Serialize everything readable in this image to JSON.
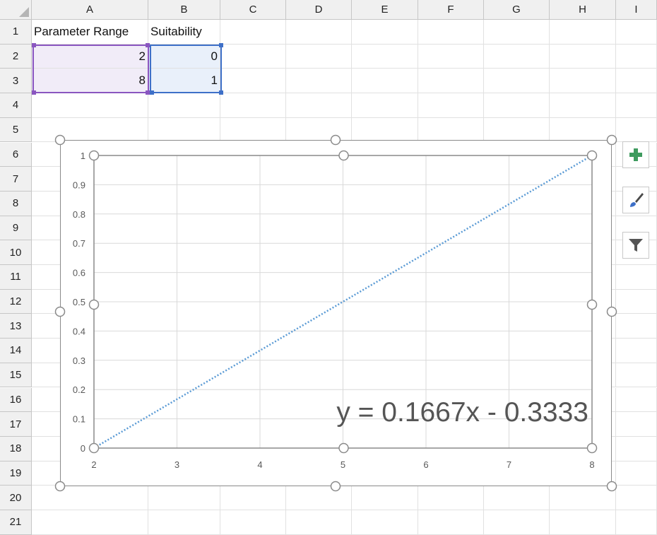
{
  "columns": [
    "A",
    "B",
    "C",
    "D",
    "E",
    "F",
    "G",
    "H",
    "I"
  ],
  "rows": [
    "1",
    "2",
    "3",
    "4",
    "5",
    "6",
    "7",
    "8",
    "9",
    "10",
    "11",
    "12",
    "13",
    "14",
    "15",
    "16",
    "17",
    "18",
    "19",
    "20",
    "21"
  ],
  "cells": {
    "A1": "Parameter Range",
    "B1": "Suitability",
    "A2": "2",
    "B2": "0",
    "A3": "8",
    "B3": "1"
  },
  "colors": {
    "range_purple": "#8a56c0",
    "range_blue": "#3e70c8",
    "trendline": "#5b9bd5",
    "add_icon": "#3e9b5e"
  },
  "chart_buttons": {
    "add": "plus-icon",
    "style": "paintbrush-icon",
    "filter": "funnel-icon"
  },
  "chart_data": {
    "type": "scatter",
    "x_ticks": [
      "2",
      "3",
      "4",
      "5",
      "6",
      "7",
      "8"
    ],
    "y_ticks": [
      "0",
      "0.1",
      "0.2",
      "0.3",
      "0.4",
      "0.5",
      "0.6",
      "0.7",
      "0.8",
      "0.9",
      "1"
    ],
    "xlim": [
      2,
      8
    ],
    "ylim": [
      0,
      1
    ],
    "grid": true,
    "series": [
      {
        "x": [
          2,
          8
        ],
        "y": [
          0,
          1
        ]
      }
    ],
    "trendline": {
      "type": "linear",
      "slope": 0.1667,
      "intercept": -0.3333,
      "style": "dotted"
    },
    "annotation": "y = 0.1667x - 0.3333"
  }
}
